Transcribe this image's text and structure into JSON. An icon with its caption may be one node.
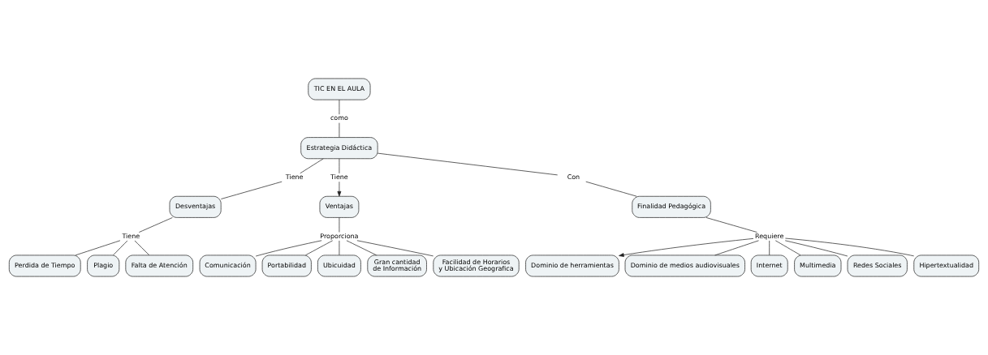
{
  "diagram": {
    "nodes": [
      {
        "text": [
          "TIC EN EL AULA"
        ]
      },
      {
        "text": [
          "como"
        ]
      },
      {
        "text": [
          "Estrategia Didáctica"
        ]
      },
      {
        "text": [
          "Tiene"
        ]
      },
      {
        "text": [
          "Tiene"
        ]
      },
      {
        "text": [
          "Desventajas"
        ]
      },
      {
        "text": [
          "Con"
        ]
      },
      {
        "text": [
          "Ventajas"
        ]
      },
      {
        "text": [
          "Tiene"
        ]
      },
      {
        "text": [
          "Finalidad Pedagógica"
        ]
      },
      {
        "text": [
          "Proporciona"
        ]
      },
      {
        "text": [
          "Perdida de Tiempo"
        ]
      },
      {
        "text": [
          "Plagio"
        ]
      },
      {
        "text": [
          "Falta de Atención"
        ]
      },
      {
        "text": [
          "Comunicación"
        ]
      },
      {
        "text": [
          "Portabilidad"
        ]
      },
      {
        "text": [
          "Ubicuidad"
        ]
      },
      {
        "text": [
          "Gran cantidad de Información"
        ]
      },
      {
        "text": [
          "Facilidad de Horarios y Ubicación Geografica"
        ]
      },
      {
        "text": [
          "Requiere"
        ]
      },
      {
        "text": [
          "Dominio de herramientas"
        ]
      },
      {
        "text": [
          "Dominio de medios audiovisuales"
        ]
      },
      {
        "text": [
          "Internet"
        ]
      },
      {
        "text": [
          "Multimedia"
        ]
      },
      {
        "text": [
          "Redes Sociales"
        ]
      },
      {
        "text": [
          "Hipertextualidad"
        ]
      }
    ],
    "edges": [
      {
        "from": 0,
        "to": 1,
        "arrow": "none"
      },
      {
        "from": 1,
        "to": 2,
        "arrow": "none"
      },
      {
        "from": 2,
        "to": 3,
        "arrow": "none"
      },
      {
        "from": 3,
        "to": 5,
        "arrow": "none"
      },
      {
        "from": 2,
        "to": 4,
        "arrow": "none"
      },
      {
        "from": 4,
        "to": 7,
        "arrow": "to"
      },
      {
        "from": 2,
        "to": 6,
        "arrow": "none"
      },
      {
        "from": 6,
        "to": 9,
        "arrow": "none"
      },
      {
        "from": 5,
        "to": 8,
        "arrow": "none"
      },
      {
        "from": 8,
        "to": 11,
        "arrow": "none"
      },
      {
        "from": 8,
        "to": 12,
        "arrow": "none"
      },
      {
        "from": 8,
        "to": 13,
        "arrow": "none"
      },
      {
        "from": 7,
        "to": 10,
        "arrow": "none"
      },
      {
        "from": 10,
        "to": 14,
        "arrow": "none"
      },
      {
        "from": 10,
        "to": 15,
        "arrow": "none"
      },
      {
        "from": 10,
        "to": 16,
        "arrow": "none"
      },
      {
        "from": 10,
        "to": 17,
        "arrow": "none"
      },
      {
        "from": 10,
        "to": 18,
        "arrow": "none"
      },
      {
        "from": 9,
        "to": 19,
        "arrow": "none"
      },
      {
        "from": 19,
        "to": 20,
        "arrow": "to"
      },
      {
        "from": 19,
        "to": 21,
        "arrow": "none"
      },
      {
        "from": 19,
        "to": 22,
        "arrow": "none"
      },
      {
        "from": 19,
        "to": 23,
        "arrow": "none"
      },
      {
        "from": 19,
        "to": 24,
        "arrow": "none"
      },
      {
        "from": 19,
        "to": 25,
        "arrow": "none"
      }
    ]
  }
}
